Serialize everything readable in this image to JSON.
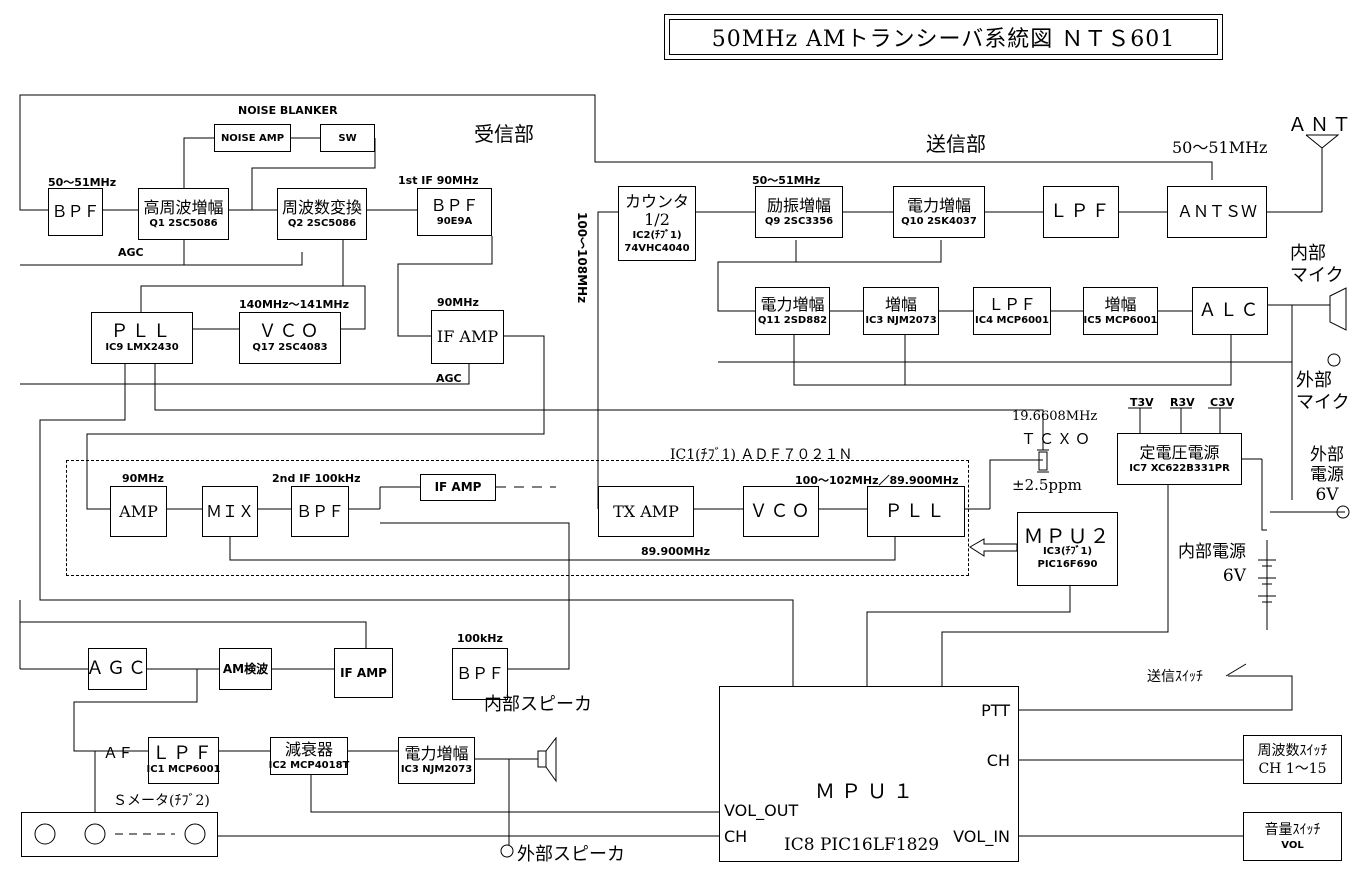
{
  "title": "50MHz AMトランシーバ系統図 ＮＴＳ601",
  "sections": {
    "receiver": "受信部",
    "transmitter": "送信部"
  },
  "noise_blanker": {
    "label": "NOISE BLANKER",
    "amp": "NOISE AMP",
    "sw": "SW"
  },
  "rx": {
    "bpf_in": {
      "title": "ＢＰＦ",
      "freq": "50～51MHz"
    },
    "rf_amp": {
      "title": "高周波増幅",
      "part": "Q1 2SC5086"
    },
    "mixer": {
      "title": "周波数変換",
      "part": "Q2 2SC5086"
    },
    "if1_bpf": {
      "freq": "1st IF 90MHz",
      "title": "ＢＰＦ",
      "part": "90E9A"
    },
    "agc_rf": "AGC",
    "pll": {
      "title": "ＰＬＬ",
      "part": "IC9 LMX2430"
    },
    "vco": {
      "title": "ＶＣＯ",
      "part": "Q17 2SC4083",
      "freq": "140MHz～141MHz"
    },
    "if_amp": {
      "freq": "90MHz",
      "title": "IF AMP",
      "agc": "AGC"
    },
    "agc": "ＡＧＣ",
    "am_det": "AM検波",
    "if_amp2": "IF AMP",
    "bpf_100k": {
      "freq": "100kHz",
      "title": "ＢＰＦ"
    },
    "af": "ＡＦ",
    "lpf": {
      "title": "ＬＰＦ",
      "part": "IC1 MCP6001"
    },
    "atten": {
      "title": "減衰器",
      "part": "IC2 MCP4018T"
    },
    "pa": {
      "title": "電力増幅",
      "part": "IC3 NJM2073"
    },
    "int_speaker": "内部スピーカ",
    "ext_speaker": "外部スピーカ",
    "smeter": "Ｓメータ(ﾁﾌﾞ2)"
  },
  "ic1": {
    "label": "IC1(ﾁﾌﾞ1) ＡＤＦ７０２１Ｎ",
    "amp": {
      "freq": "90MHz",
      "title": "AMP"
    },
    "mix": "ＭＩＸ",
    "bpf": {
      "freq": "2nd IF 100kHz",
      "title": "ＢＰＦ"
    },
    "if_amp": "IF AMP",
    "tx_amp": "TX AMP",
    "vco": "ＶＣＯ",
    "pll": {
      "title": "ＰＬＬ",
      "freq": "100～102MHz／89.900MHz"
    },
    "lo": "89.900MHz"
  },
  "tcxo": {
    "freq": "19.6608MHz",
    "title": "ＴＣＸＯ",
    "ppm": "±2.5ppm"
  },
  "tx": {
    "counter": {
      "title": "カウンタ",
      "div": "1/2",
      "part": "IC2(ﾁﾌﾞ1)",
      "part2": "74VHC4040"
    },
    "band": "100～108MHz",
    "driver": {
      "freq": "50～51MHz",
      "title": "励振増幅",
      "part": "Q9 2SC3356"
    },
    "pa": {
      "title": "電力増幅",
      "part": "Q10 2SK4037"
    },
    "lpf": "ＬＰＦ",
    "antsw": {
      "title": "ＡＮＴＳＷ",
      "freq": "50～51MHz"
    },
    "ant": "ＡＮＴ",
    "mod_pa": {
      "title": "電力増幅",
      "part": "Q11 2SD882"
    },
    "amp3": {
      "title": "増幅",
      "part": "IC3 NJM2073"
    },
    "lpf4": {
      "title": "ＬＰＦ",
      "part": "IC4 MCP6001"
    },
    "amp5": {
      "title": "増幅",
      "part": "IC5 MCP6001"
    },
    "alc": "ＡＬＣ",
    "int_mic": "内部\nマイク",
    "ext_mic": "外部\nマイク"
  },
  "power": {
    "reg": {
      "title": "定電圧電源",
      "part": "IC7 XC622B331PR"
    },
    "rails": [
      "T3V",
      "R3V",
      "C3V"
    ],
    "ext": "外部\n電源\n6V",
    "int": "内部電源\n6V"
  },
  "mpu2": {
    "title": "ＭＰＵ２",
    "part": "IC3(ﾁﾌﾞ1)",
    "part2": "PIC16F690"
  },
  "mpu1": {
    "title": "ＭＰＵ１",
    "part": "IC8 PIC16LF1829",
    "ptt": "PTT",
    "ch": "CH",
    "vol_out": "VOL_OUT",
    "ch2": "CH",
    "vol_in": "VOL_IN"
  },
  "switches": {
    "tx": "送信ｽｲｯﾁ",
    "freq": {
      "title": "周波数ｽｲｯﾁ",
      "range": "CH 1～15"
    },
    "vol": {
      "title": "音量ｽｲｯﾁ",
      "sub": "VOL"
    }
  }
}
